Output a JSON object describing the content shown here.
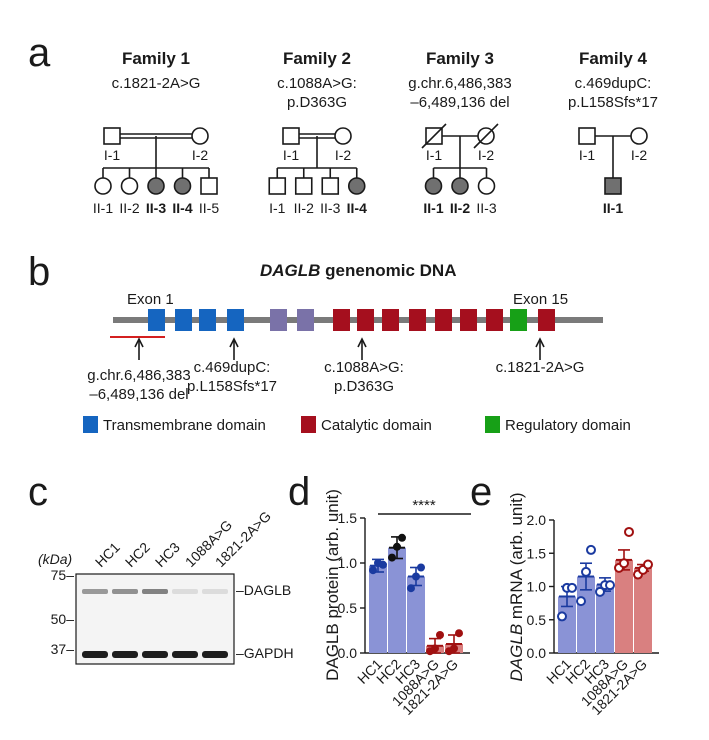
{
  "figure": {
    "panel_a": {
      "label": "a",
      "families": [
        {
          "title": "Family 1",
          "mutation": [
            "c.1821-2A>G"
          ],
          "parents": [
            "I-1",
            "I-2"
          ],
          "children": [
            {
              "id": "II-1",
              "sex": "F",
              "affected": false
            },
            {
              "id": "II-2",
              "sex": "F",
              "affected": false
            },
            {
              "id": "II-3",
              "sex": "F",
              "affected": true
            },
            {
              "id": "II-4",
              "sex": "F",
              "affected": true
            },
            {
              "id": "II-5",
              "sex": "M",
              "affected": false
            }
          ]
        },
        {
          "title": "Family 2",
          "mutation": [
            "c.1088A>G:",
            "p.D363G"
          ],
          "parents": [
            "I-1",
            "I-2"
          ],
          "children": [
            {
              "id": "I-1",
              "sex": "M",
              "affected": false
            },
            {
              "id": "II-2",
              "sex": "M",
              "affected": false
            },
            {
              "id": "II-3",
              "sex": "M",
              "affected": false
            },
            {
              "id": "II-4",
              "sex": "F",
              "affected": true
            }
          ]
        },
        {
          "title": "Family 3",
          "mutation": [
            "g.chr.6,486,383",
            "–6,489,136 del"
          ],
          "parents": [
            "I-1",
            "I-2"
          ],
          "children": [
            {
              "id": "II-1",
              "sex": "F",
              "affected": true
            },
            {
              "id": "II-2",
              "sex": "F",
              "affected": true
            },
            {
              "id": "II-3",
              "sex": "F",
              "affected": false
            }
          ]
        },
        {
          "title": "Family 4",
          "mutation": [
            "c.469dupC:",
            "p.L158Sfs*17"
          ],
          "parents": [
            "I-1",
            "I-2"
          ],
          "children": [
            {
              "id": "II-1",
              "sex": "M",
              "affected": true
            }
          ]
        }
      ]
    },
    "panel_b": {
      "label": "b",
      "title_gene": "DAGLB",
      "title_rest": " genenomic DNA",
      "exon_first": "Exon 1",
      "exon_last": "Exon 15",
      "mutations": [
        {
          "lines": [
            "g.chr.6,486,383",
            "–6,489,136 del"
          ]
        },
        {
          "lines": [
            "c.469dupC:",
            "p.L158Sfs*17"
          ]
        },
        {
          "lines": [
            "c.1088A>G:",
            "p.D363G"
          ]
        },
        {
          "lines": [
            "c.1821-2A>G"
          ]
        }
      ],
      "legend": [
        {
          "label": "Transmembrane domain",
          "color": "#1565c0"
        },
        {
          "label": "Catalytic domain",
          "color": "#a50f1e"
        },
        {
          "label": "Regulatory domain",
          "color": "#17a017"
        }
      ],
      "colors": {
        "transmembrane": "#1565c0",
        "linker": "#7a72a8",
        "catalytic": "#a50f1e",
        "regulatory": "#17a017",
        "backbone": "#7a7a7a",
        "deletion": "#d42020"
      }
    },
    "panel_c": {
      "label": "c",
      "kda": "(kDa)",
      "lanes": [
        "HC1",
        "HC2",
        "HC3",
        "1088A>G",
        "1821-2A>G"
      ],
      "markers": [
        "75–",
        "50–",
        "37–"
      ],
      "bands": [
        "–DAGLB",
        "–GAPDH"
      ],
      "daglb_intensity": [
        0.55,
        0.6,
        0.7,
        0.1,
        0.1
      ]
    },
    "panel_d": {
      "label": "d",
      "sig": "****"
    },
    "panel_e": {
      "label": "e"
    }
  },
  "chart_data": [
    {
      "type": "bar",
      "panel": "d",
      "ylabel": "DAGLB protein (arb. unit)",
      "categories": [
        "HC1",
        "HC2",
        "HC3",
        "1088A>G",
        "1821-2A>G"
      ],
      "values": [
        0.97,
        1.17,
        0.85,
        0.08,
        0.1
      ],
      "errors": [
        0.07,
        0.12,
        0.1,
        0.08,
        0.1
      ],
      "points": [
        [
          0.92,
          1.0,
          0.98
        ],
        [
          1.06,
          1.18,
          1.28
        ],
        [
          0.72,
          0.85,
          0.95
        ],
        [
          0.02,
          0.05,
          0.2
        ],
        [
          0.02,
          0.05,
          0.22
        ]
      ],
      "ylim": [
        0,
        1.5
      ],
      "yticks": [
        "0.0",
        "0.5",
        "1.0",
        "1.5"
      ],
      "bar_colors": [
        "#8a93d6",
        "#8a93d6",
        "#8a93d6",
        "#d98080",
        "#d98080"
      ],
      "point_colors": [
        "#1a3aa0",
        "#111111",
        "#1a3aa0",
        "#a01010",
        "#a01010"
      ],
      "annotation": "****"
    },
    {
      "type": "bar",
      "panel": "e",
      "ylabel_gene": "DAGLB",
      "ylabel_rest": " mRNA (arb. unit)",
      "categories": [
        "HC1",
        "HC2",
        "HC3",
        "1088A>G",
        "1821-2A>G"
      ],
      "values": [
        0.85,
        1.15,
        1.03,
        1.4,
        1.28
      ],
      "errors": [
        0.15,
        0.2,
        0.1,
        0.15,
        0.05
      ],
      "points": [
        [
          0.55,
          0.98,
          0.98
        ],
        [
          0.78,
          1.22,
          1.55
        ],
        [
          0.92,
          1.02,
          1.02
        ],
        [
          1.28,
          1.35,
          1.82
        ],
        [
          1.18,
          1.25,
          1.33
        ]
      ],
      "ylim": [
        0,
        2.0
      ],
      "yticks": [
        "0.0",
        "0.5",
        "1.0",
        "1.5",
        "2.0"
      ],
      "bar_colors": [
        "#8a93d6",
        "#8a93d6",
        "#8a93d6",
        "#d98080",
        "#d98080"
      ],
      "point_colors": [
        "#1a3aa0",
        "#1a3aa0",
        "#1a3aa0",
        "#a01010",
        "#a01010"
      ]
    }
  ]
}
